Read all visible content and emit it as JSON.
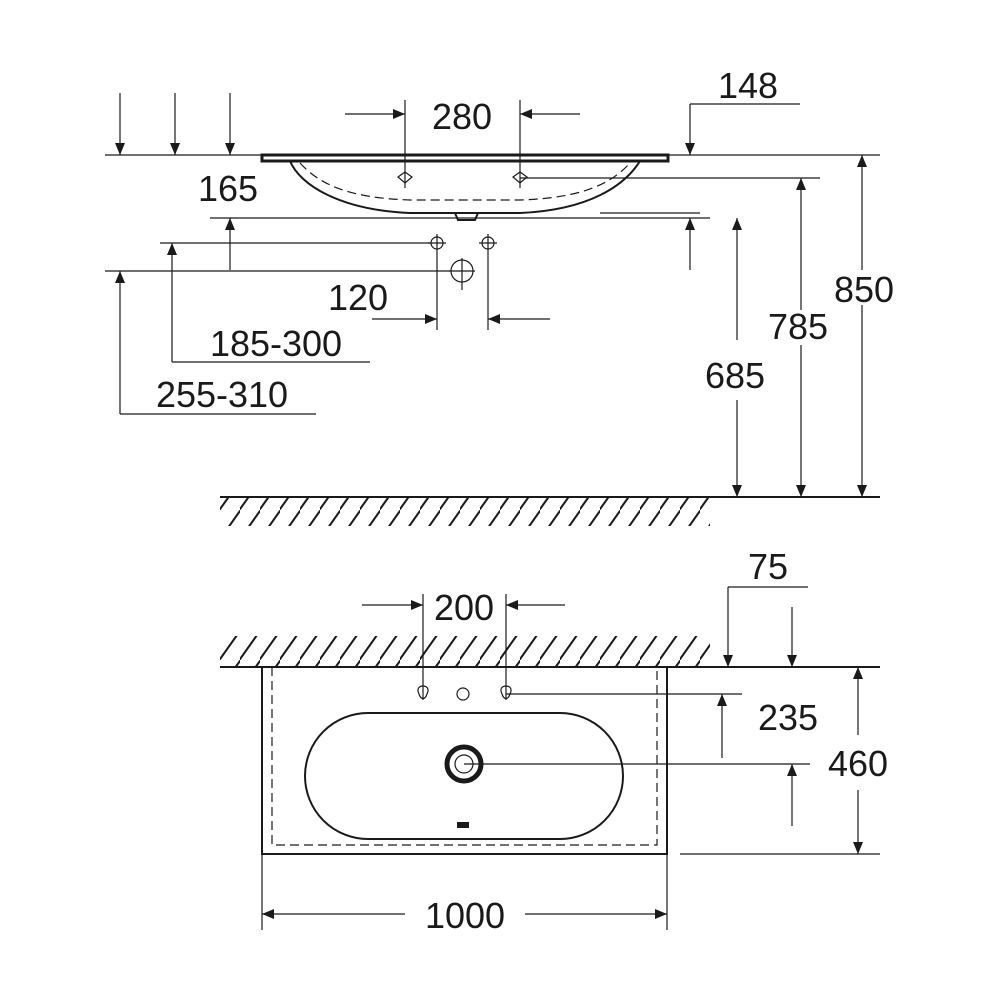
{
  "dimensions": {
    "side_view": {
      "tap_hole_spacing": "280",
      "rim_overhang": "148",
      "basin_depth": "165",
      "waste_spacing": "120",
      "trap_height": "185-300",
      "supply_height": "255-310",
      "bottom_height": "685",
      "rim_height": "785",
      "total_height": "850"
    },
    "plan_view": {
      "tap_hole_spacing": "200",
      "wall_offset": "75",
      "waste_offset": "235",
      "depth": "460",
      "width": "1000"
    }
  },
  "colors": {
    "ink": "#1a1a1a",
    "background": "#ffffff"
  }
}
